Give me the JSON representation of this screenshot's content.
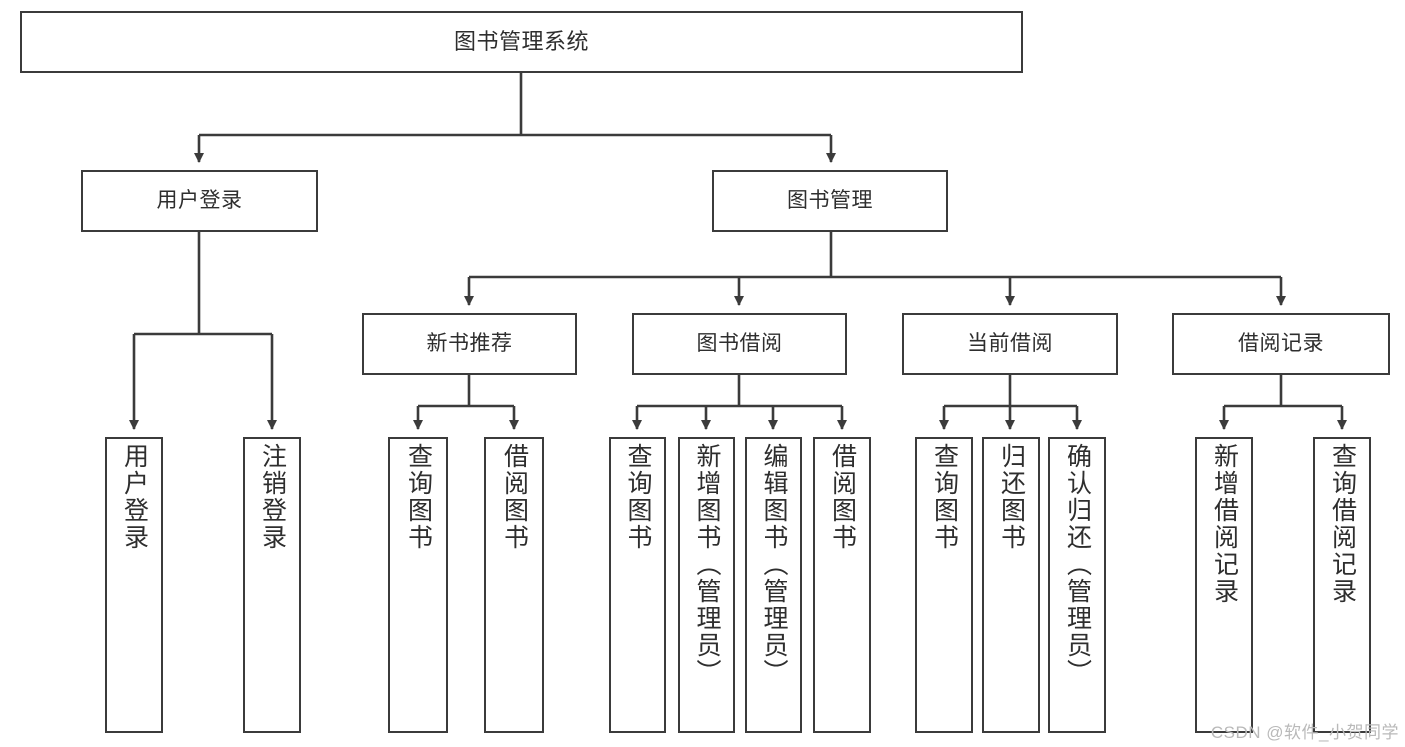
{
  "diagram": {
    "title": "图书管理系统",
    "type": "tree-hierarchy",
    "stroke_color": "#3b3b3b",
    "text_color": "#2e2e2e",
    "background": "#ffffff"
  },
  "nodes": {
    "root": {
      "label": "图书管理系统"
    },
    "level2": [
      {
        "id": "user-login",
        "label": "用户登录"
      },
      {
        "id": "book-manage",
        "label": "图书管理"
      }
    ],
    "level3": [
      {
        "id": "new-book-rec",
        "label": "新书推荐"
      },
      {
        "id": "book-borrow",
        "label": "图书借阅"
      },
      {
        "id": "current-borrow",
        "label": "当前借阅"
      },
      {
        "id": "borrow-record",
        "label": "借阅记录"
      }
    ],
    "leaves": {
      "user-login": [
        {
          "id": "leaf-user-login",
          "label": "用户登录"
        },
        {
          "id": "leaf-user-logout",
          "label": "注销登录"
        }
      ],
      "new-book-rec": [
        {
          "id": "leaf-query-book-1",
          "label": "查询图书"
        },
        {
          "id": "leaf-borrow-book-1",
          "label": "借阅图书"
        }
      ],
      "book-borrow": [
        {
          "id": "leaf-query-book-2",
          "label": "查询图书"
        },
        {
          "id": "leaf-add-book",
          "label": "新增图书（管理员）"
        },
        {
          "id": "leaf-edit-book",
          "label": "编辑图书（管理员）"
        },
        {
          "id": "leaf-borrow-book-2",
          "label": "借阅图书"
        }
      ],
      "current-borrow": [
        {
          "id": "leaf-query-book-3",
          "label": "查询图书"
        },
        {
          "id": "leaf-return-book",
          "label": "归还图书"
        },
        {
          "id": "leaf-confirm-return",
          "label": "确认归还（管理员）"
        }
      ],
      "borrow-record": [
        {
          "id": "leaf-add-record",
          "label": "新增借阅记录"
        },
        {
          "id": "leaf-query-record",
          "label": "查询借阅记录"
        }
      ]
    }
  },
  "watermark": {
    "text": "CSDN @软件_小贺同学"
  }
}
